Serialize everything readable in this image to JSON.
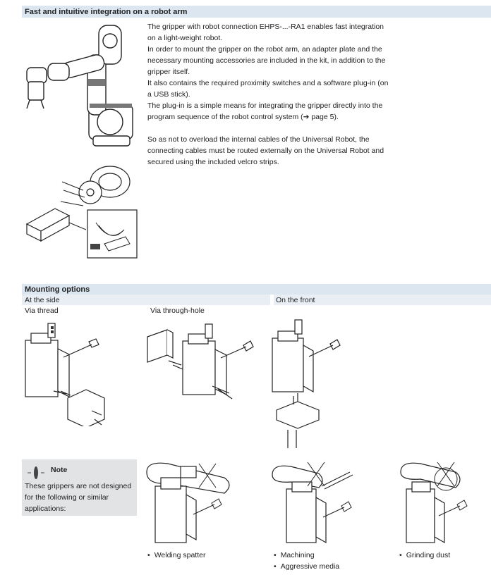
{
  "section1": {
    "title": "Fast and intuitive integration on a robot arm",
    "paragraphs": [
      "The gripper with robot connection EHPS-...-RA1 enables fast integration on a light-weight robot.",
      "In order to mount the gripper on the robot arm, an adapter plate and the necessary mounting accessories are included in the kit, in addition to the gripper itself.",
      "It also contains the required proximity switches and a software plug-in (on a USB stick).",
      "The plug-in is a simple means for integrating the gripper directly into the program sequence of the robot control system (➔ page 5).",
      "So as not to overload the internal cables of the Universal Robot, the connecting cables must be routed externally on the Universal Robot and secured using the included velcro strips."
    ]
  },
  "section2": {
    "title": "Mounting options",
    "at_the_side": "At the side",
    "on_the_front": "On the front",
    "via_thread": "Via thread",
    "via_through_hole": "Via through-hole"
  },
  "note": {
    "title": "Note",
    "text": "These grippers are not designed for the following or similar applications:"
  },
  "applications": {
    "welding": "Welding spatter",
    "machining": "Machining",
    "aggressive": "Aggressive media",
    "grinding": "Grinding dust"
  }
}
